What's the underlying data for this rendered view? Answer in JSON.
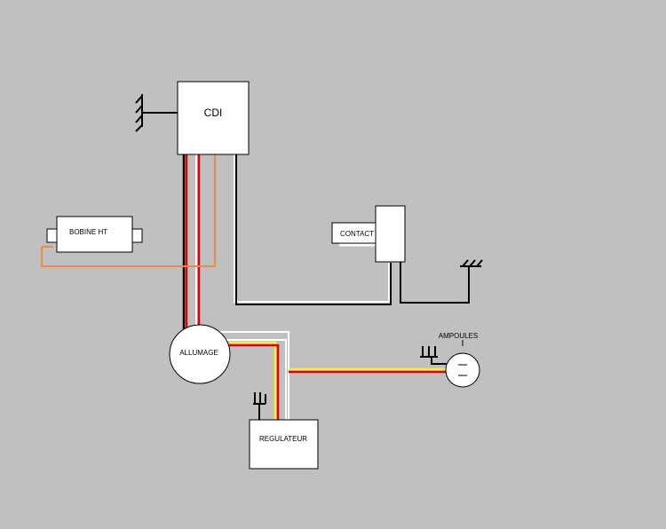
{
  "components": {
    "cdi": "CDI",
    "bobine": "BOBINE HT",
    "contact": "CONTACT",
    "allumage": "ALLUMAGE",
    "regulateur": "REGULATEUR",
    "ampoules": "AMPOULES"
  },
  "wire_colors": {
    "red": "#e00000",
    "black": "#000000",
    "white": "#ffffff",
    "orange": "#f08a4b",
    "yellow": "#f2ee3a",
    "background": "#c0c0c0"
  }
}
